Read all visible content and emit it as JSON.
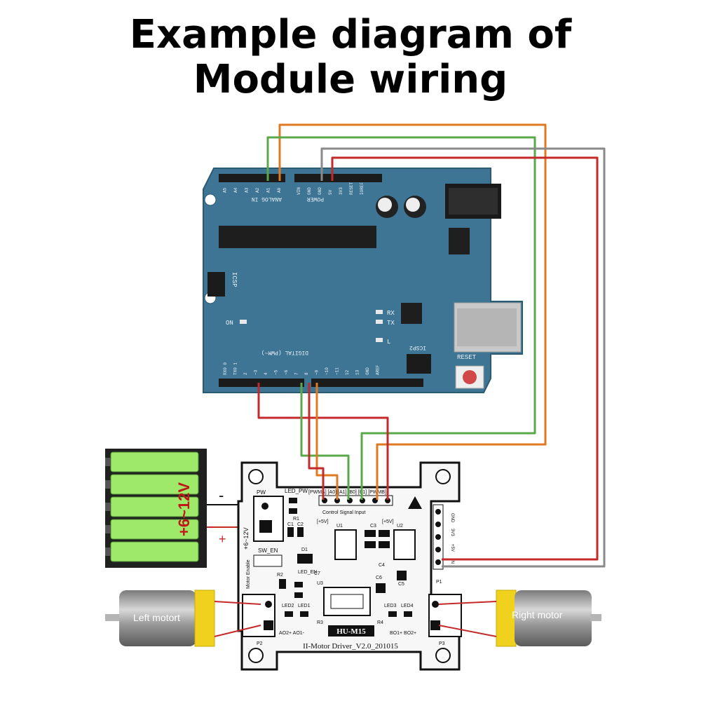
{
  "title": {
    "line1": "Example diagram of",
    "line2": "Module wiring"
  },
  "arduino": {
    "analog_in": "ANALOG IN",
    "analog_pins": [
      "A0",
      "A1",
      "A2",
      "A3",
      "A4",
      "A5"
    ],
    "power": "POWER",
    "power_pins": [
      "VIN",
      "GND",
      "GND",
      "5V",
      "3V3",
      "RESET",
      "IOREF"
    ],
    "icsp": "ICSP",
    "icsp2": "ICSP2",
    "rx": "RX",
    "tx": "TX",
    "on": "ON",
    "l": "L",
    "digital": "DIGITAL (PWM~)",
    "digital_pins": [
      "RX0 0",
      "TX0 1",
      "2",
      "~3",
      "4",
      "~5",
      "~6",
      "7",
      "8",
      "~9",
      "~10",
      "~11",
      "12",
      "13",
      "GND",
      "AREF"
    ],
    "reset": "RESET"
  },
  "battery": {
    "voltage": "+6~12V",
    "minus": "-",
    "plus": "+"
  },
  "module": {
    "pw": "PW",
    "led_pw": "LED_PW",
    "input_v": "+6~12V",
    "sw_en": "SW_EN",
    "motor_enable": "Motor Enable",
    "control_header": "[PWMA] [A0] [A1] [B0] [B1] [PWMB]",
    "control_signal": "Control Signal Input",
    "plus5v_left": "[+5V]",
    "plus5v_right": "[+5V]",
    "u1": "U1",
    "u2": "U2",
    "u3": "U3",
    "led_en": "LED_EN",
    "led2": "LED2",
    "led1": "LED1",
    "led3": "LED3",
    "led4": "LED4",
    "r1": "R1",
    "r2": "R2",
    "r3": "R3",
    "r4": "R4",
    "c1": "C1",
    "c2": "C2",
    "c3": "C3",
    "c4": "C4",
    "c5": "C5",
    "c6": "C6",
    "c7": "C7",
    "d1": "D1",
    "p1": "P1",
    "p2": "P2",
    "p3": "P3",
    "side_pins": [
      "GND",
      "3V3",
      "+5V",
      "IN"
    ],
    "ao_pins": "AO2+ AO1-",
    "bo_pins": "BO1+ BO2+",
    "model": "HU-M15",
    "footer": "II-Motor Driver_V2.0_201015"
  },
  "motors": {
    "left": "Left motort",
    "right": "Right motor"
  },
  "colors": {
    "pcb_blue": "#3e7594",
    "wire_red": "#c42a2a",
    "wire_orange": "#e07a22",
    "wire_green": "#5aa84a",
    "wire_grey": "#8a8a8a",
    "battery_green": "#9ee86a",
    "motor_yellow": "#f0d21e"
  }
}
